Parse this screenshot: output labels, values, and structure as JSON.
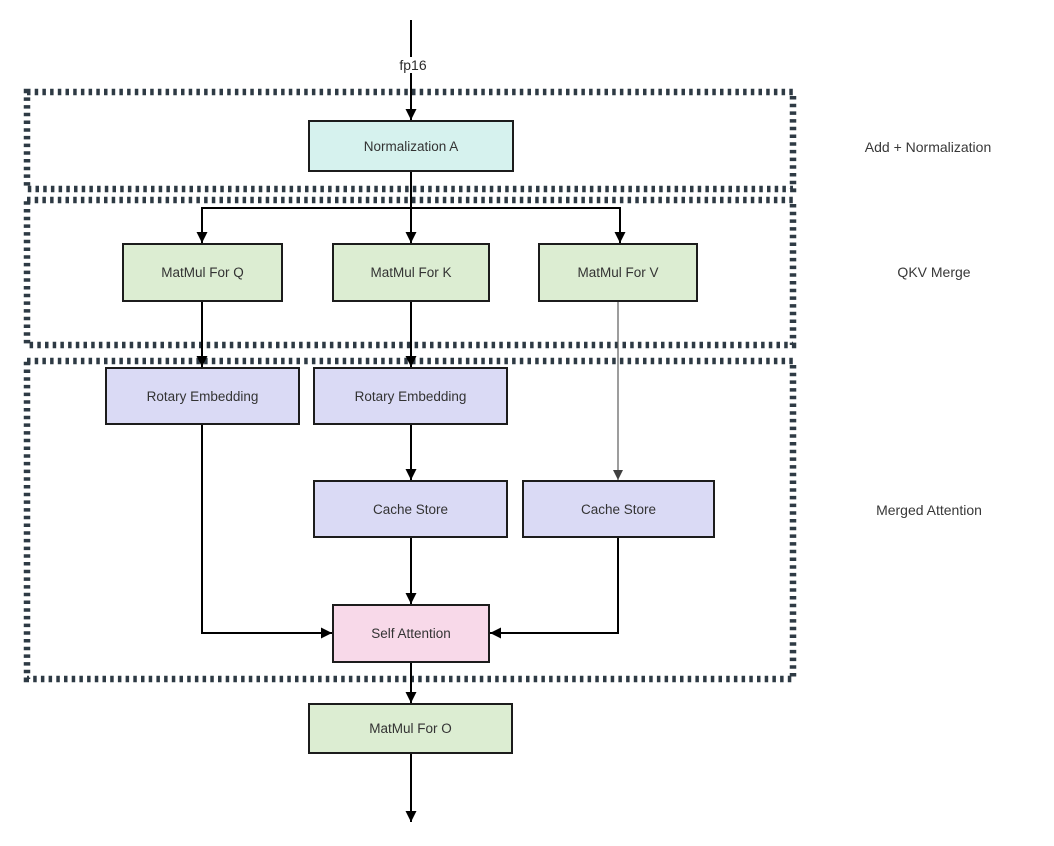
{
  "diagram": {
    "input_label": "fp16",
    "regions": [
      {
        "name": "add-normalization",
        "label": "Add + Normalization"
      },
      {
        "name": "qkv-merge",
        "label": "QKV Merge"
      },
      {
        "name": "merged-attention",
        "label": "Merged Attention"
      }
    ],
    "nodes": [
      {
        "name": "normalization-a",
        "label": "Normalization A",
        "fill": "#d6f2ee"
      },
      {
        "name": "matmul-for-q",
        "label": "MatMul For Q",
        "fill": "#dcedd2"
      },
      {
        "name": "matmul-for-k",
        "label": "MatMul For K",
        "fill": "#dcedd2"
      },
      {
        "name": "matmul-for-v",
        "label": "MatMul For V",
        "fill": "#dcedd2"
      },
      {
        "name": "rotary-embedding-q",
        "label": "Rotary Embedding",
        "fill": "#dadaf5"
      },
      {
        "name": "rotary-embedding-k",
        "label": "Rotary Embedding",
        "fill": "#dadaf5"
      },
      {
        "name": "cache-store-k",
        "label": "Cache Store",
        "fill": "#dadaf5"
      },
      {
        "name": "cache-store-v",
        "label": "Cache Store",
        "fill": "#dadaf5"
      },
      {
        "name": "self-attention",
        "label": "Self Attention",
        "fill": "#f8d9e9"
      },
      {
        "name": "matmul-for-o",
        "label": "MatMul For O",
        "fill": "#dcedd2"
      }
    ],
    "edges": [
      {
        "from": "input-fp16",
        "to": "normalization-a",
        "style": "bold-arrow"
      },
      {
        "from": "normalization-a",
        "to": "matmul-for-q",
        "style": "bold-arrow"
      },
      {
        "from": "normalization-a",
        "to": "matmul-for-k",
        "style": "bold-arrow"
      },
      {
        "from": "normalization-a",
        "to": "matmul-for-v",
        "style": "bold-arrow"
      },
      {
        "from": "matmul-for-q",
        "to": "rotary-embedding-q",
        "style": "bold-arrow"
      },
      {
        "from": "matmul-for-k",
        "to": "rotary-embedding-k",
        "style": "bold-arrow"
      },
      {
        "from": "matmul-for-v",
        "to": "cache-store-v",
        "style": "thin-arrow"
      },
      {
        "from": "rotary-embedding-k",
        "to": "cache-store-k",
        "style": "bold-arrow"
      },
      {
        "from": "rotary-embedding-q",
        "to": "self-attention",
        "style": "bold-arrow"
      },
      {
        "from": "cache-store-k",
        "to": "self-attention",
        "style": "bold-arrow"
      },
      {
        "from": "cache-store-v",
        "to": "self-attention",
        "style": "bold-arrow"
      },
      {
        "from": "self-attention",
        "to": "matmul-for-o",
        "style": "bold-arrow"
      },
      {
        "from": "matmul-for-o",
        "to": "output",
        "style": "bold-arrow"
      }
    ],
    "colors": {
      "node_border": "#1c1c1c",
      "node_text": "#333333",
      "arrow": "#000000",
      "thin_arrow_line": "#5c5c5c",
      "region_border": "#2e3a44",
      "background": "#ffffff"
    }
  }
}
